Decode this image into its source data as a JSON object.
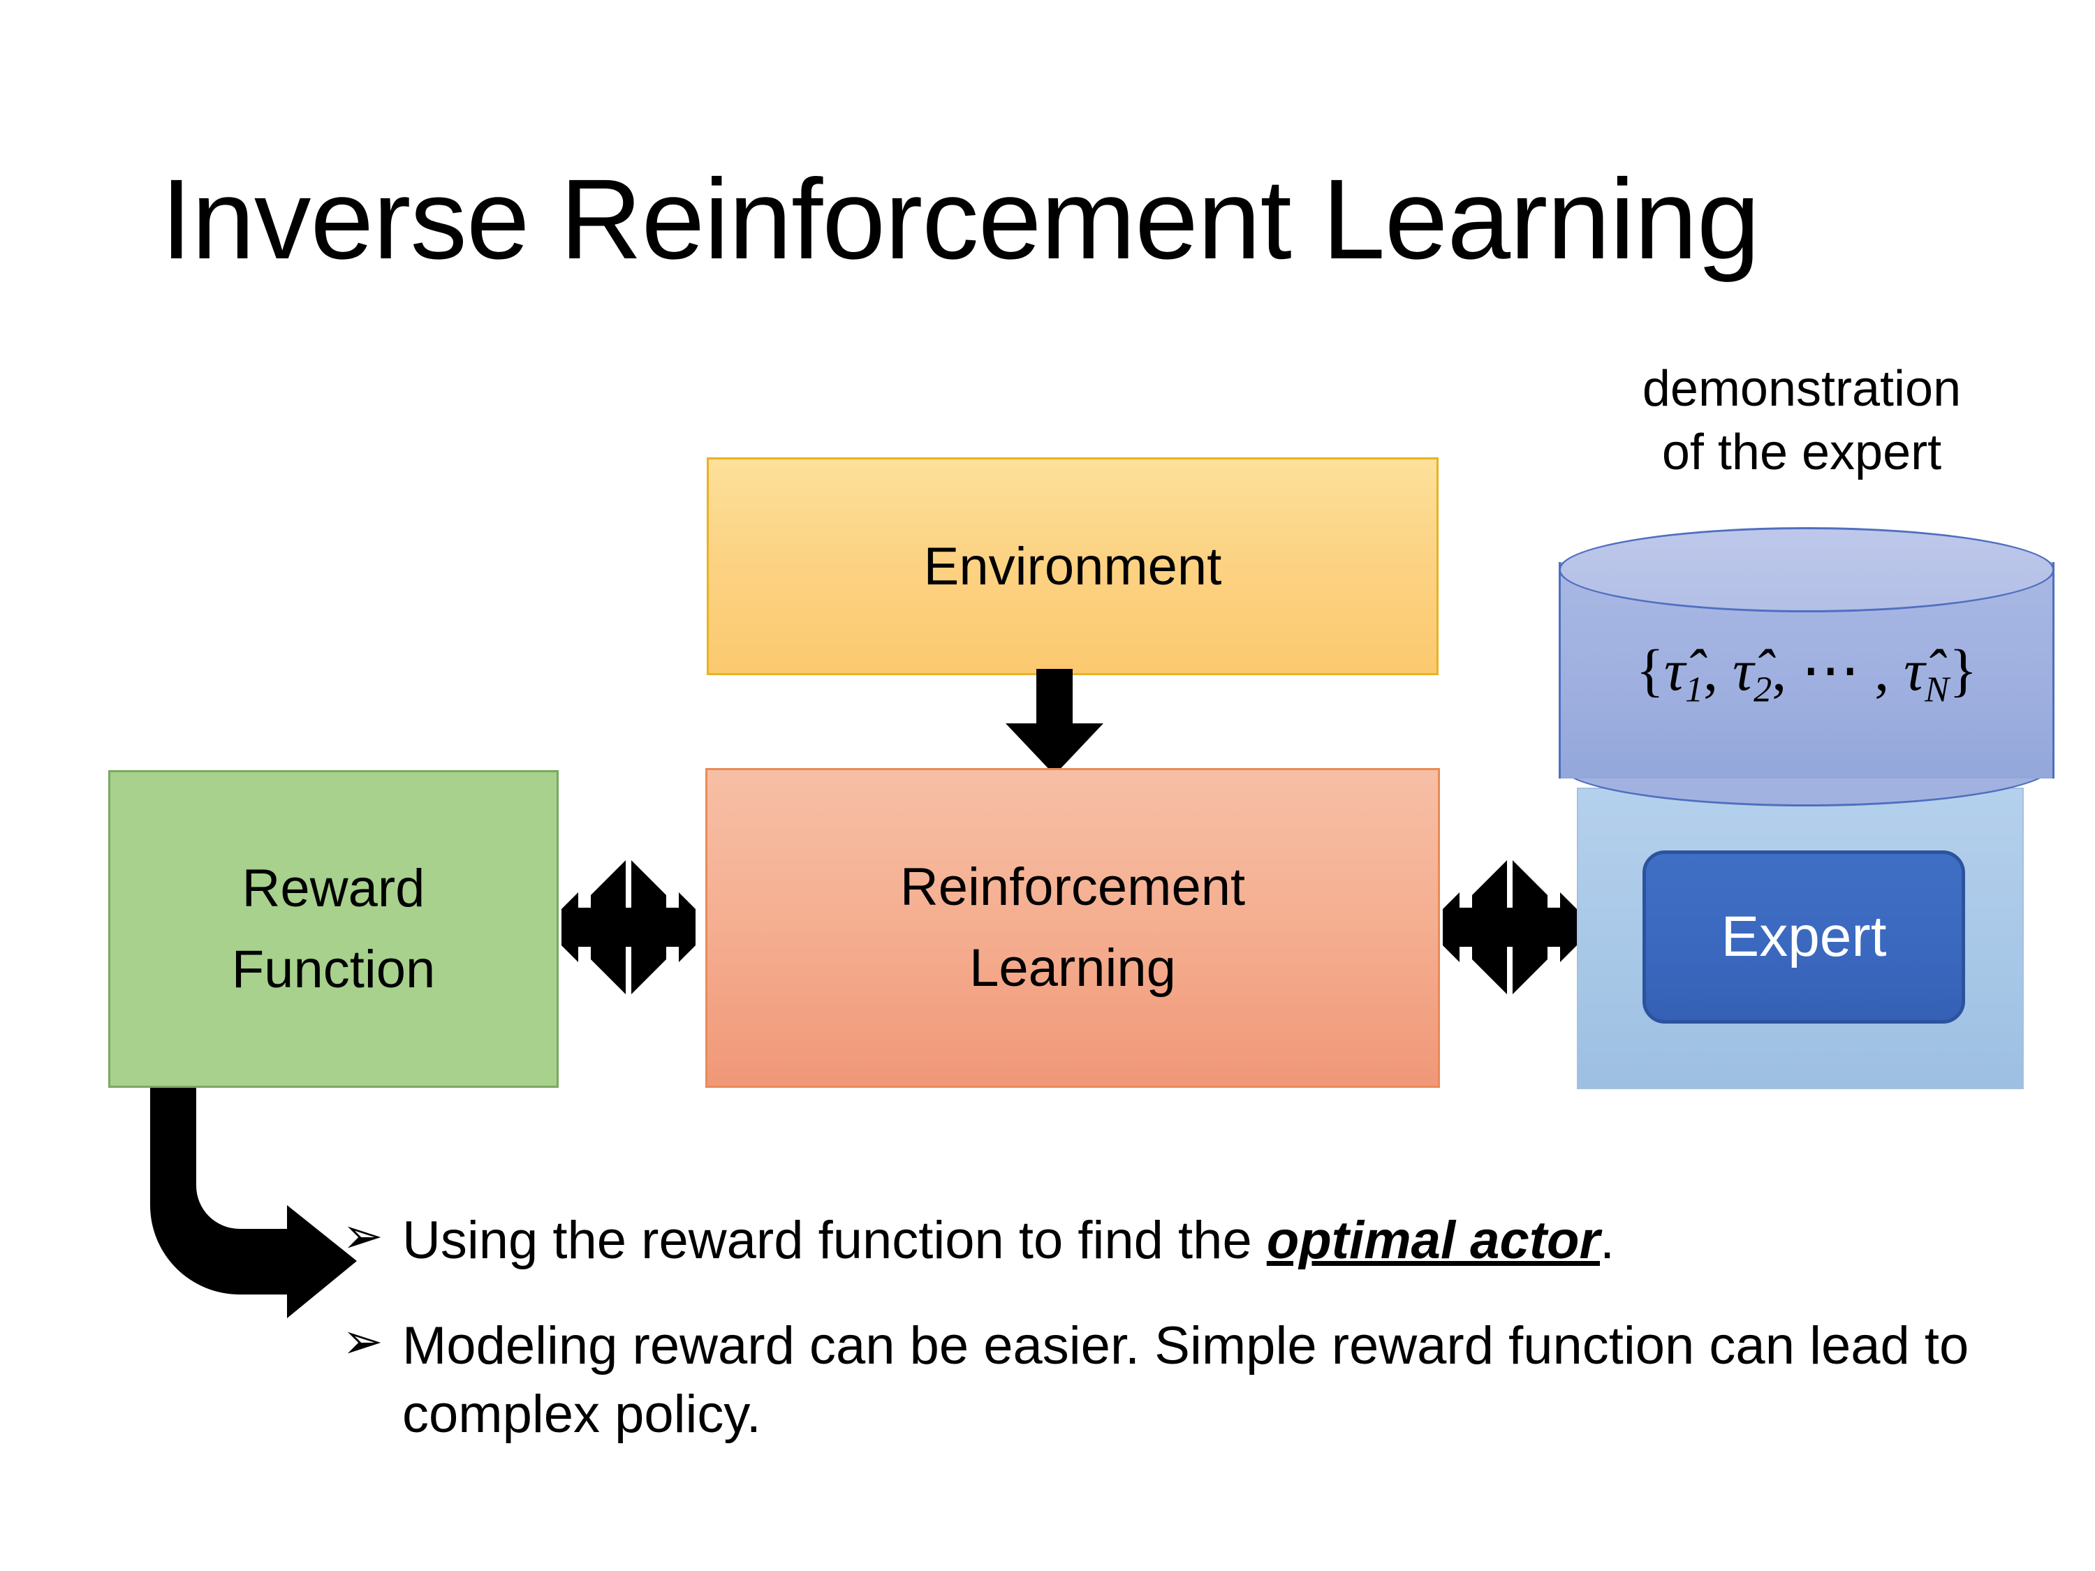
{
  "slide": {
    "title": "Inverse Reinforcement Learning"
  },
  "diagram": {
    "environment": {
      "label": "Environment",
      "fill": "#fbc96f",
      "border": "#e8b223"
    },
    "reinforcement_learning": {
      "line1": "Reinforcement",
      "line2": "Learning",
      "fill": "#f5ae90",
      "border": "#ea8a57"
    },
    "reward_function": {
      "line1": "Reward",
      "line2": "Function",
      "fill": "#a7d18c",
      "border": "#7aa95e"
    },
    "expert": {
      "caption_line1": "demonstration",
      "caption_line2": "of the expert",
      "badge_label": "Expert",
      "badge_fill": "#3a68be",
      "badge_border": "#2c539e",
      "container_fill": "#a7c7e7",
      "cylinder_fill": "#9fb0e0",
      "cylinder_border": "#4f6fc0",
      "formula": {
        "open": "{",
        "tau1": "τ̂",
        "sub1": "1",
        "sep1": ", ",
        "tau2": "τ̂",
        "sub2": "2",
        "sep2": ", ⋯ , ",
        "tau3": "τ̂",
        "sub3": "N",
        "close": "}",
        "plain": "{τ̂1, τ̂2, ⋯ , τ̂N}"
      }
    },
    "connectors": {
      "env_to_rl": "down-arrow",
      "reward_to_rl": "quad-arrow",
      "rl_to_expert": "quad-arrow",
      "reward_to_bullets": "elbow-arrow",
      "color": "#000000"
    }
  },
  "bullets": {
    "marker": "➢",
    "items": [
      {
        "before": "Using the reward function to find the ",
        "emphasis": "optimal actor",
        "after": "."
      },
      {
        "before": "Modeling reward can be easier. Simple reward function can lead to complex policy.",
        "emphasis": "",
        "after": ""
      }
    ]
  }
}
